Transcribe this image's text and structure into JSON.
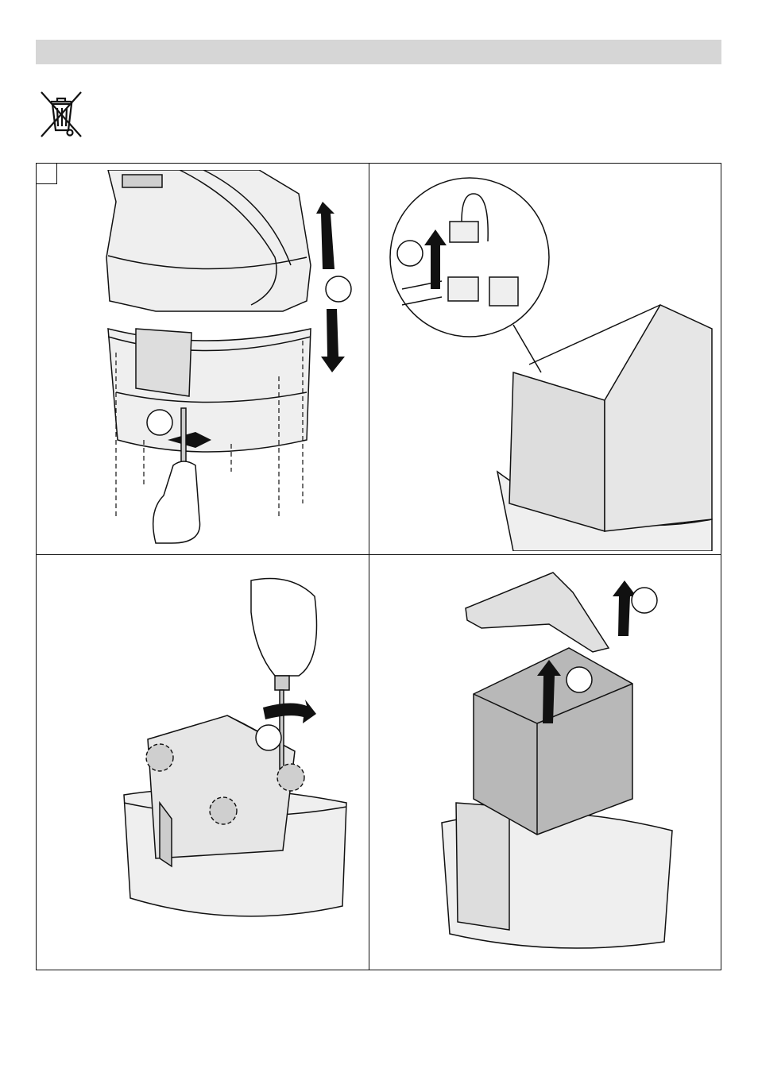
{
  "header": {
    "title": ""
  },
  "icons": {
    "weee": "crossed-out-wheelie-bin-icon"
  },
  "figure": {
    "step_number": "",
    "panels": [
      {
        "id": "remove-base-screws",
        "callouts": [
          "",
          ""
        ]
      },
      {
        "id": "disconnect-connector",
        "callouts": [
          ""
        ]
      },
      {
        "id": "unscrew-transformer-bracket",
        "callouts": [
          ""
        ]
      },
      {
        "id": "lift-transformer",
        "callouts": [
          "",
          ""
        ]
      }
    ]
  },
  "colors": {
    "header_bar": "#d6d6d6",
    "line": "#111111",
    "transformer_fill": "#b8b8b8",
    "housing_fill": "#efefef"
  }
}
